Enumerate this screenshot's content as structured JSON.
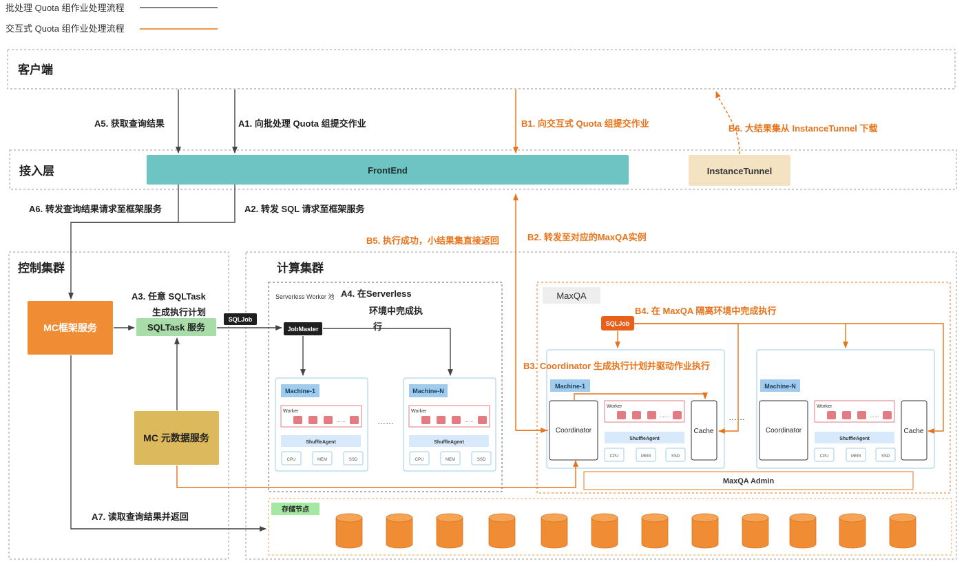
{
  "legend": {
    "batch": "批处理 Quota 组作业处理流程",
    "interactive": "交互式 Quota 组作业处理流程",
    "batch_color": "#444444",
    "interactive_color": "#e8731a"
  },
  "colors": {
    "frontend": "#6ec3c3",
    "instance_tunnel": "#f3e3c3",
    "mc_framework": "#f08c34",
    "sqltask": "#a8dca8",
    "metadata": "#dcb95a",
    "storage_fill": "#f08c34",
    "storage_tag": "#a4e8a4",
    "sqljob_dark": "#1f1f1f",
    "sqljob_orange": "#e8601a",
    "machine_label": "#9ecbee",
    "shuffle": "#d7e9fb",
    "worker_chip": "#e37c82",
    "maxqa_tag": "#eeeeee"
  },
  "layers": {
    "client": "客户端",
    "access": "接入层",
    "control": "控制集群",
    "compute": "计算集群"
  },
  "components": {
    "frontend": "FrontEnd",
    "instance_tunnel": "InstanceTunnel",
    "mc_framework": "MC框架服务",
    "sqltask": "SQLTask 服务",
    "metadata": "MC 元数据服务",
    "serverless_pool": "Serverless Worker 池",
    "jobmaster": "JobMaster",
    "sqljob": "SQLJob",
    "maxqa": "MaxQA",
    "maxqa_admin": "MaxQA Admin",
    "storage": "存储节点",
    "coordinator": "Coordinator",
    "cache": "Cache",
    "worker": "Worker",
    "shuffle_agent": "ShuffleAgent",
    "cpu": "CPU",
    "mem": "MEM",
    "ssd": "SSD",
    "machine_1": "Machine-1",
    "machine_n": "Machine-N",
    "ellipsis": "……",
    "chip_dots": "……"
  },
  "steps": {
    "a1": "A1.  向批处理 Quota 组提交作业",
    "a2": "A2.  转发 SQL 请求至框架服务",
    "a3_line1": "A3.  任意 SQLTask",
    "a3_line2": "生成执行计划",
    "a4_line1": "A4.  在Serverless",
    "a4_line2": "环境中完成执",
    "a4_line3": "行",
    "a5": "A5.  获取查询结果",
    "a6": "A6.  转发查询结果请求至框架服务",
    "a7": "A7. 读取查询结果并返回",
    "b1": "B1.  向交互式 Quota 组提交作业",
    "b2": "B2.  转发至对应的MaxQA实例",
    "b3": "B3.   Coordinator 生成执行计划并驱动作业执行",
    "b4": "B4.  在 MaxQA 隔离环境中完成执行",
    "b5": "B5.  执行成功，小结果集直接返回",
    "b6": "B6.  大结果集从 InstanceTunnel 下载"
  }
}
